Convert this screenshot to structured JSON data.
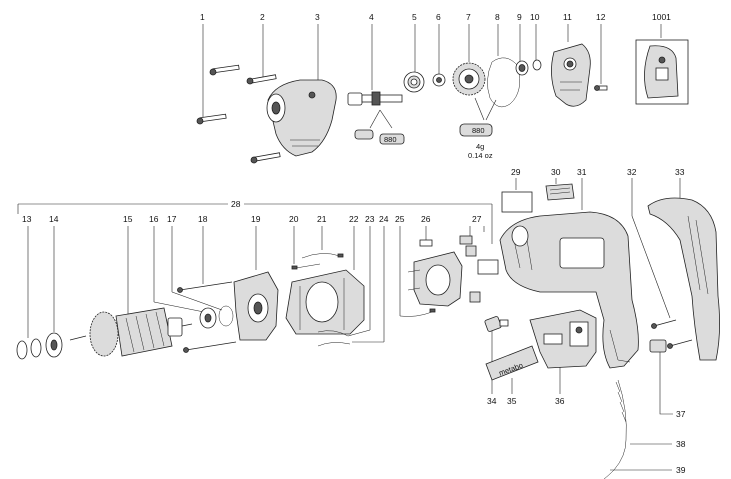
{
  "diagram": {
    "part_numbers": [
      "1",
      "2",
      "3",
      "4",
      "5",
      "6",
      "7",
      "8",
      "9",
      "10",
      "11",
      "12",
      "1001",
      "13",
      "14",
      "15",
      "16",
      "17",
      "18",
      "19",
      "20",
      "21",
      "22",
      "23",
      "24",
      "25",
      "26",
      "27",
      "28",
      "29",
      "30",
      "31",
      "32",
      "33",
      "34",
      "35",
      "36",
      "37",
      "38",
      "39"
    ],
    "tube_label_1": "880",
    "tube_label_2": "880",
    "grease_amount_g": "4g",
    "grease_amount_oz": "0.14 oz",
    "brand_plate_text": "metabo"
  }
}
